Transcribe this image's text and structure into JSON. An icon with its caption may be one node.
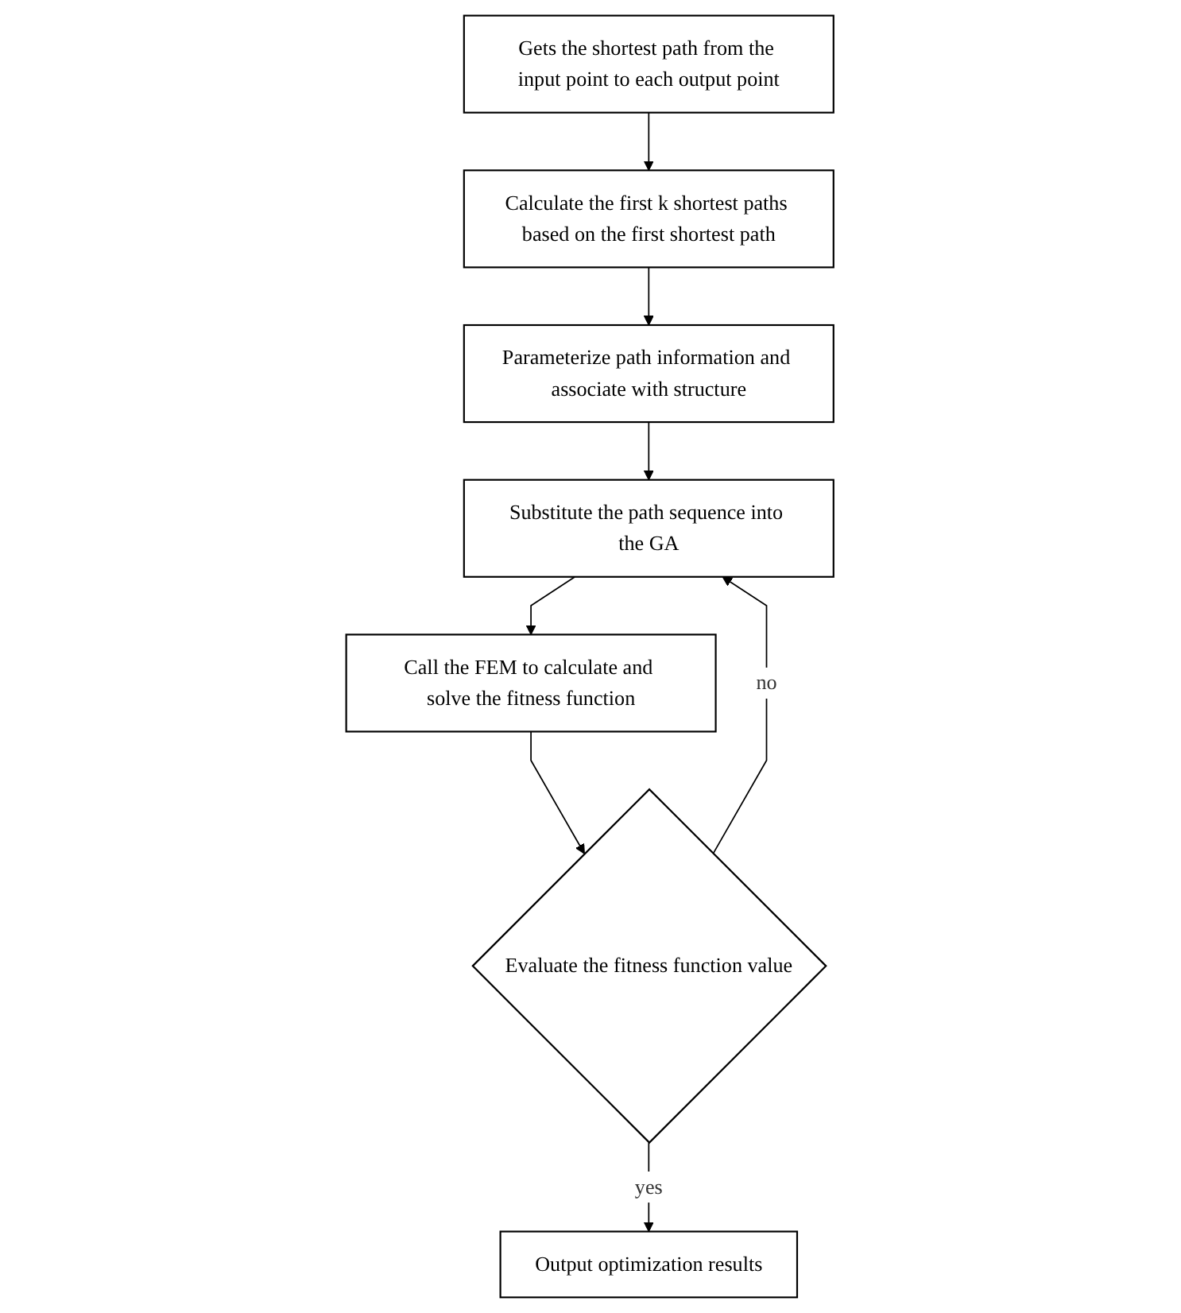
{
  "diagram": {
    "nodes": [
      {
        "text": [
          "Gets the shortest path from the input point to each output point"
        ]
      },
      {
        "text": [
          "Calculate the first k shortest paths based on the first shortest path"
        ]
      },
      {
        "text": [
          "Parameterize path information and associate with structure"
        ]
      },
      {
        "text": [
          "Substitute the path sequence into the GA"
        ]
      },
      {
        "text": [
          "Call the FEM to calculate and solve the fitness function"
        ]
      },
      {
        "text": [
          "Evaluate the fitness function value"
        ]
      },
      {
        "text": [
          "Output optimization results"
        ]
      }
    ],
    "edges": [
      {
        "from": 0,
        "to": 1,
        "arrow": "to"
      },
      {
        "from": 1,
        "to": 2,
        "arrow": "to"
      },
      {
        "from": 2,
        "to": 3,
        "arrow": "to"
      },
      {
        "from": 3,
        "to": 4,
        "arrow": "to"
      },
      {
        "from": 4,
        "to": 5,
        "arrow": "to"
      },
      {
        "from": 5,
        "to": 6,
        "label": "yes",
        "arrow": "to"
      },
      {
        "from": 5,
        "to": 3,
        "label": "no",
        "arrow": "to"
      }
    ]
  }
}
